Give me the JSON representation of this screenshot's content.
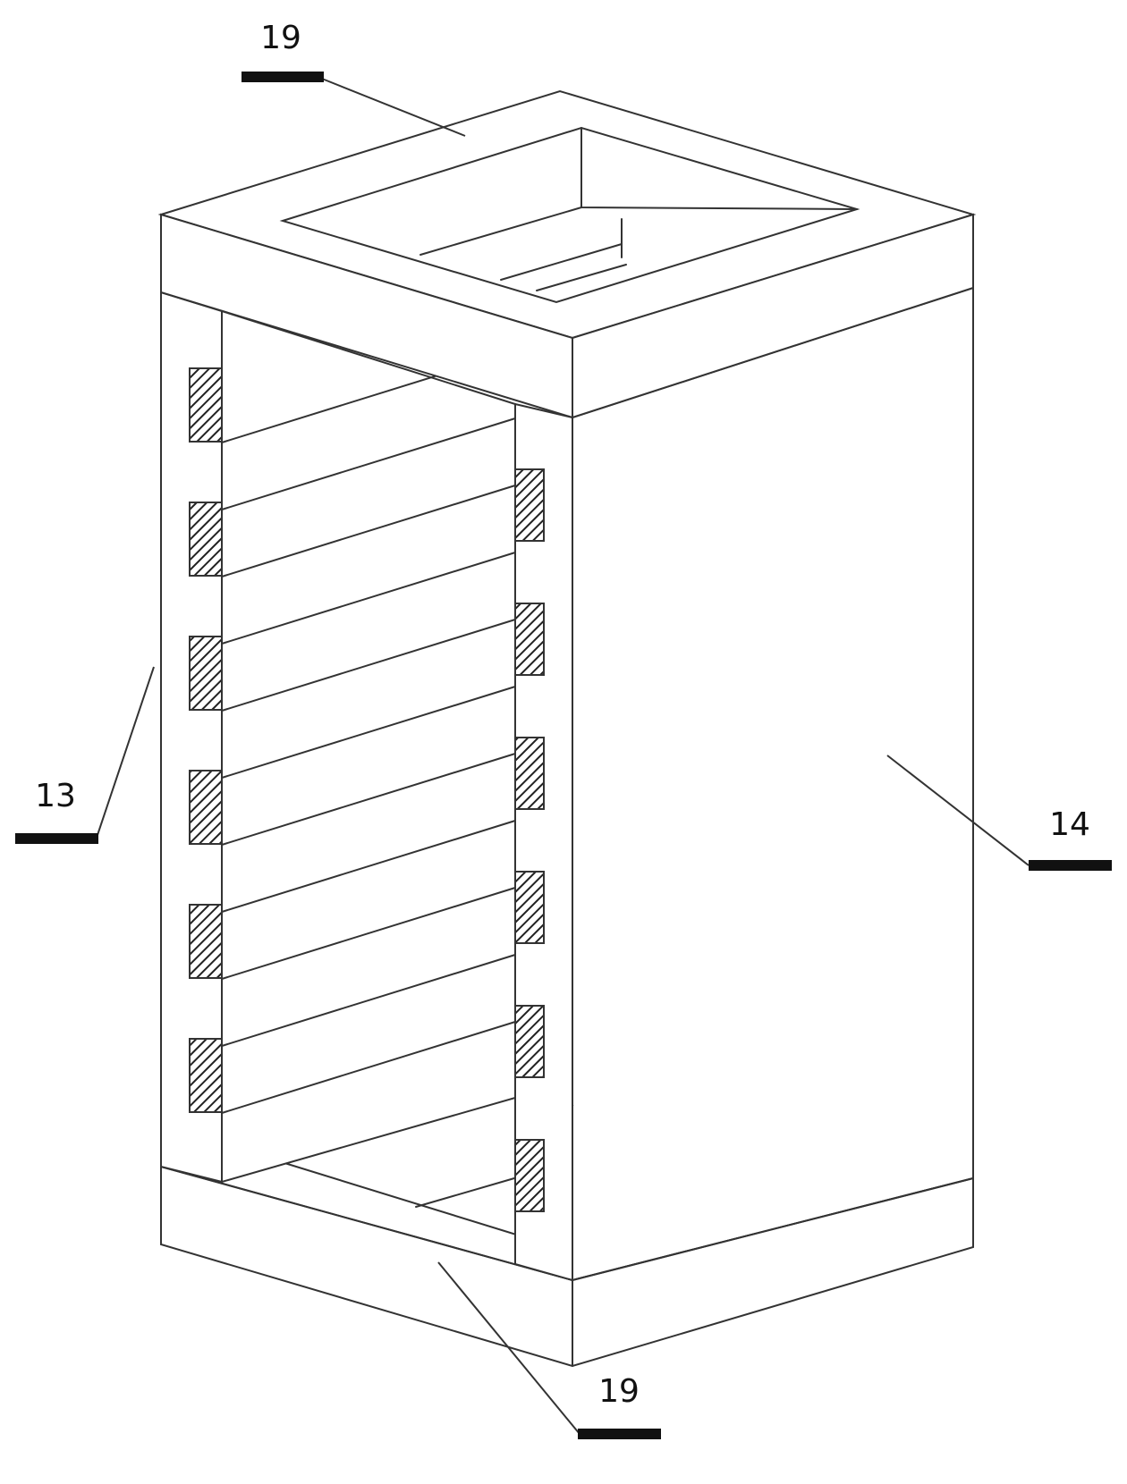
{
  "figure": {
    "labels": [
      {
        "id": "top-frame",
        "text": "19"
      },
      {
        "id": "side-post",
        "text": "13"
      },
      {
        "id": "side-panel",
        "text": "14"
      },
      {
        "id": "bottom-frame",
        "text": "19"
      }
    ]
  },
  "colors": {
    "line": "#333333",
    "hatch": "#222222",
    "label_bar": "#111111",
    "background": "#ffffff"
  }
}
